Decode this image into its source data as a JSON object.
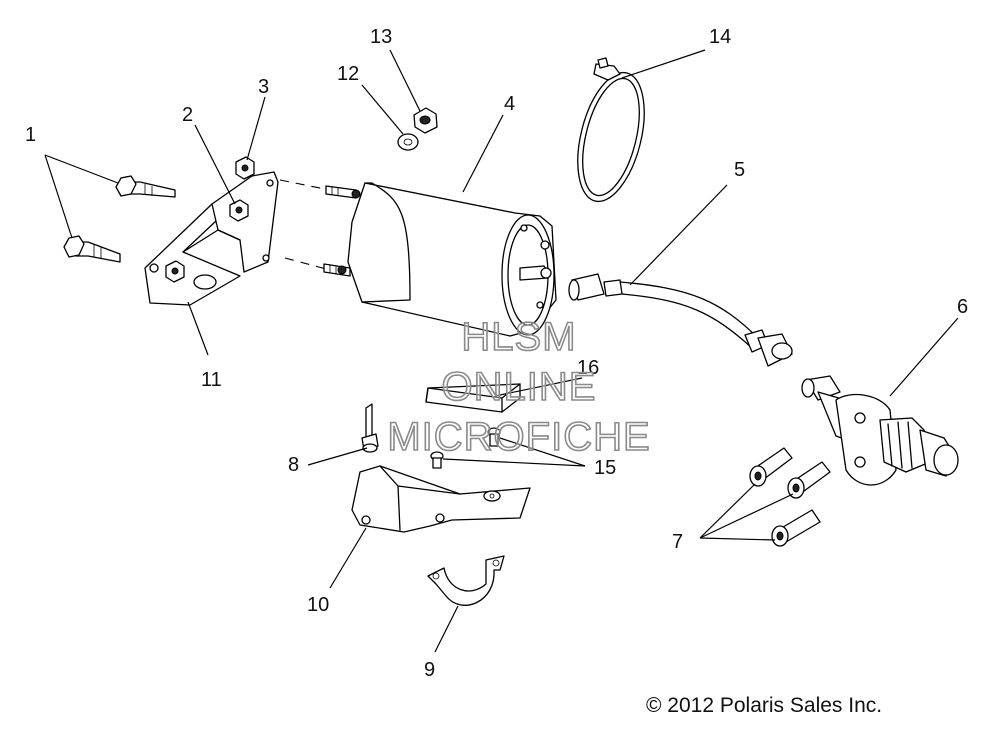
{
  "callouts": {
    "c1": "1",
    "c2": "2",
    "c3": "3",
    "c4": "4",
    "c5": "5",
    "c6": "6",
    "c7": "7",
    "c8": "8",
    "c9": "9",
    "c10": "10",
    "c11": "11",
    "c12": "12",
    "c13": "13",
    "c14": "14",
    "c15": "15",
    "c16": "16"
  },
  "watermark": {
    "line1": "HLSM",
    "line2": "ONLINE",
    "line3": "MICROFICHE"
  },
  "copyright": "© 2012 Polaris Sales Inc."
}
